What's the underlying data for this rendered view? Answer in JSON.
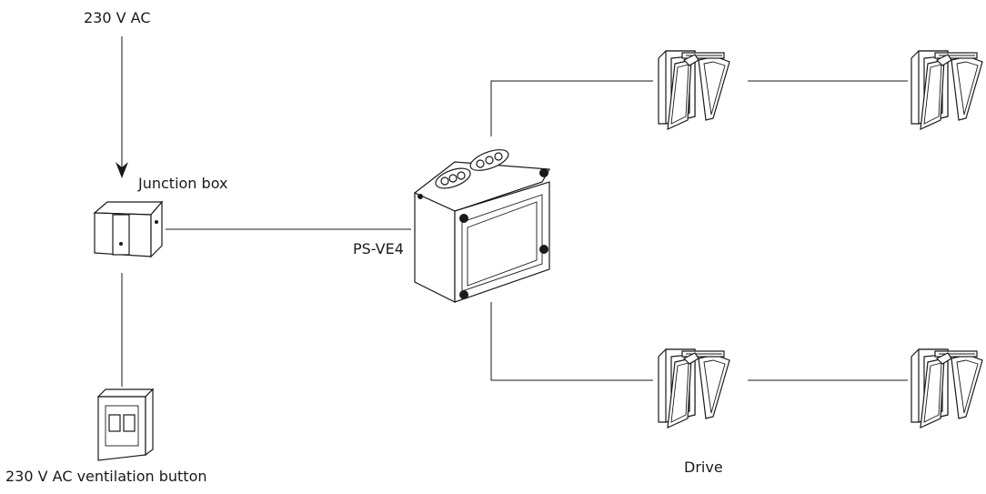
{
  "labels": {
    "power_input": "230 V AC",
    "junction_box": "Junction box",
    "control_unit": "PS-VE4",
    "ventilation_button": "230 V AC ventilation button",
    "drive": "Drive"
  },
  "icons": [
    "arrow-down-icon",
    "junction-box-icon",
    "control-unit-icon",
    "wall-switch-icon",
    "window-drive-icon"
  ],
  "colors": {
    "line": "#1a1a1a",
    "background": "#ffffff"
  }
}
